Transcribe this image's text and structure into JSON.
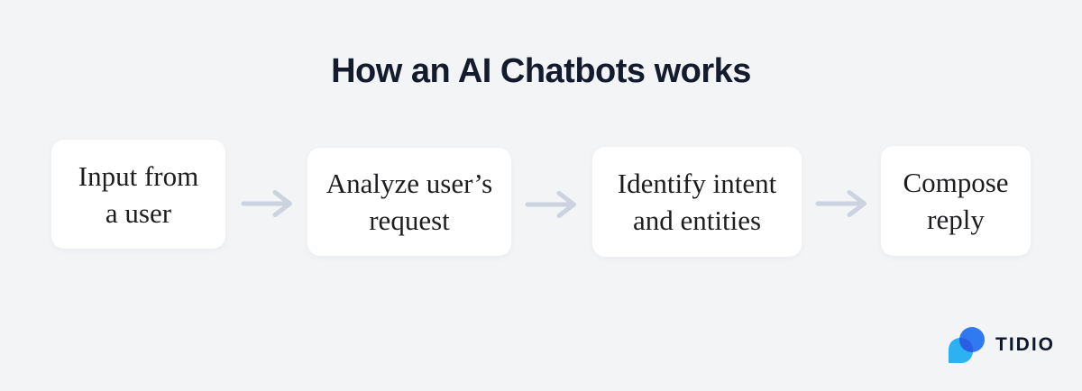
{
  "title": "How an AI Chatbots works",
  "steps": [
    {
      "name": "input-from-a-user",
      "line1": "Input from",
      "line2": "a user"
    },
    {
      "name": "analyze-users-request",
      "line1": "Analyze user’s",
      "line2": "request"
    },
    {
      "name": "identify-intent-entities",
      "line1": "Identify intent",
      "line2": "and entities"
    },
    {
      "name": "compose-reply",
      "line1": "Compose",
      "line2": "reply"
    }
  ],
  "brand": {
    "name": "TIDIO"
  },
  "icons": {
    "arrow": "arrow-right-icon",
    "logo": "tidio-logo-icon"
  },
  "colors": {
    "background": "#f2f4f6",
    "card": "#ffffff",
    "title_text": "#131b2d",
    "step_text": "#1d1d1f",
    "arrow": "#ccd3de",
    "logo_cyan": "#2cb1f2",
    "logo_blue": "#3179f1",
    "logo_overlap": "#2a5fe3",
    "brand_text": "#0f1829"
  }
}
